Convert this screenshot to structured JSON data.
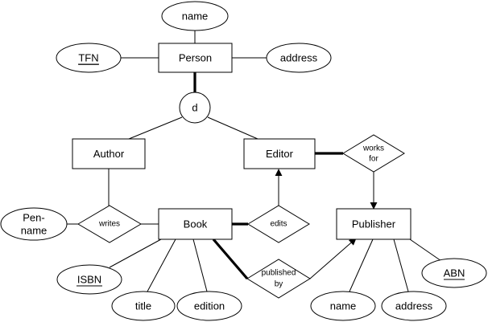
{
  "entities": {
    "person": "Person",
    "author": "Author",
    "editor": "Editor",
    "book": "Book",
    "publisher": "Publisher"
  },
  "attributes": {
    "person_name": "name",
    "person_tfn": "TFN",
    "person_address": "address",
    "author_pen_name_line1": "Pen-",
    "author_pen_name_line2": "name",
    "book_isbn": "ISBN",
    "book_title": "title",
    "book_edition": "edition",
    "publisher_name": "name",
    "publisher_address": "address",
    "publisher_abn": "ABN"
  },
  "relationships": {
    "writes": "writes",
    "edits": "edits",
    "works_for_line1": "works",
    "works_for_line2": "for",
    "published_by_line1": "published",
    "published_by_line2": "by"
  },
  "specialization": {
    "label": "d"
  }
}
